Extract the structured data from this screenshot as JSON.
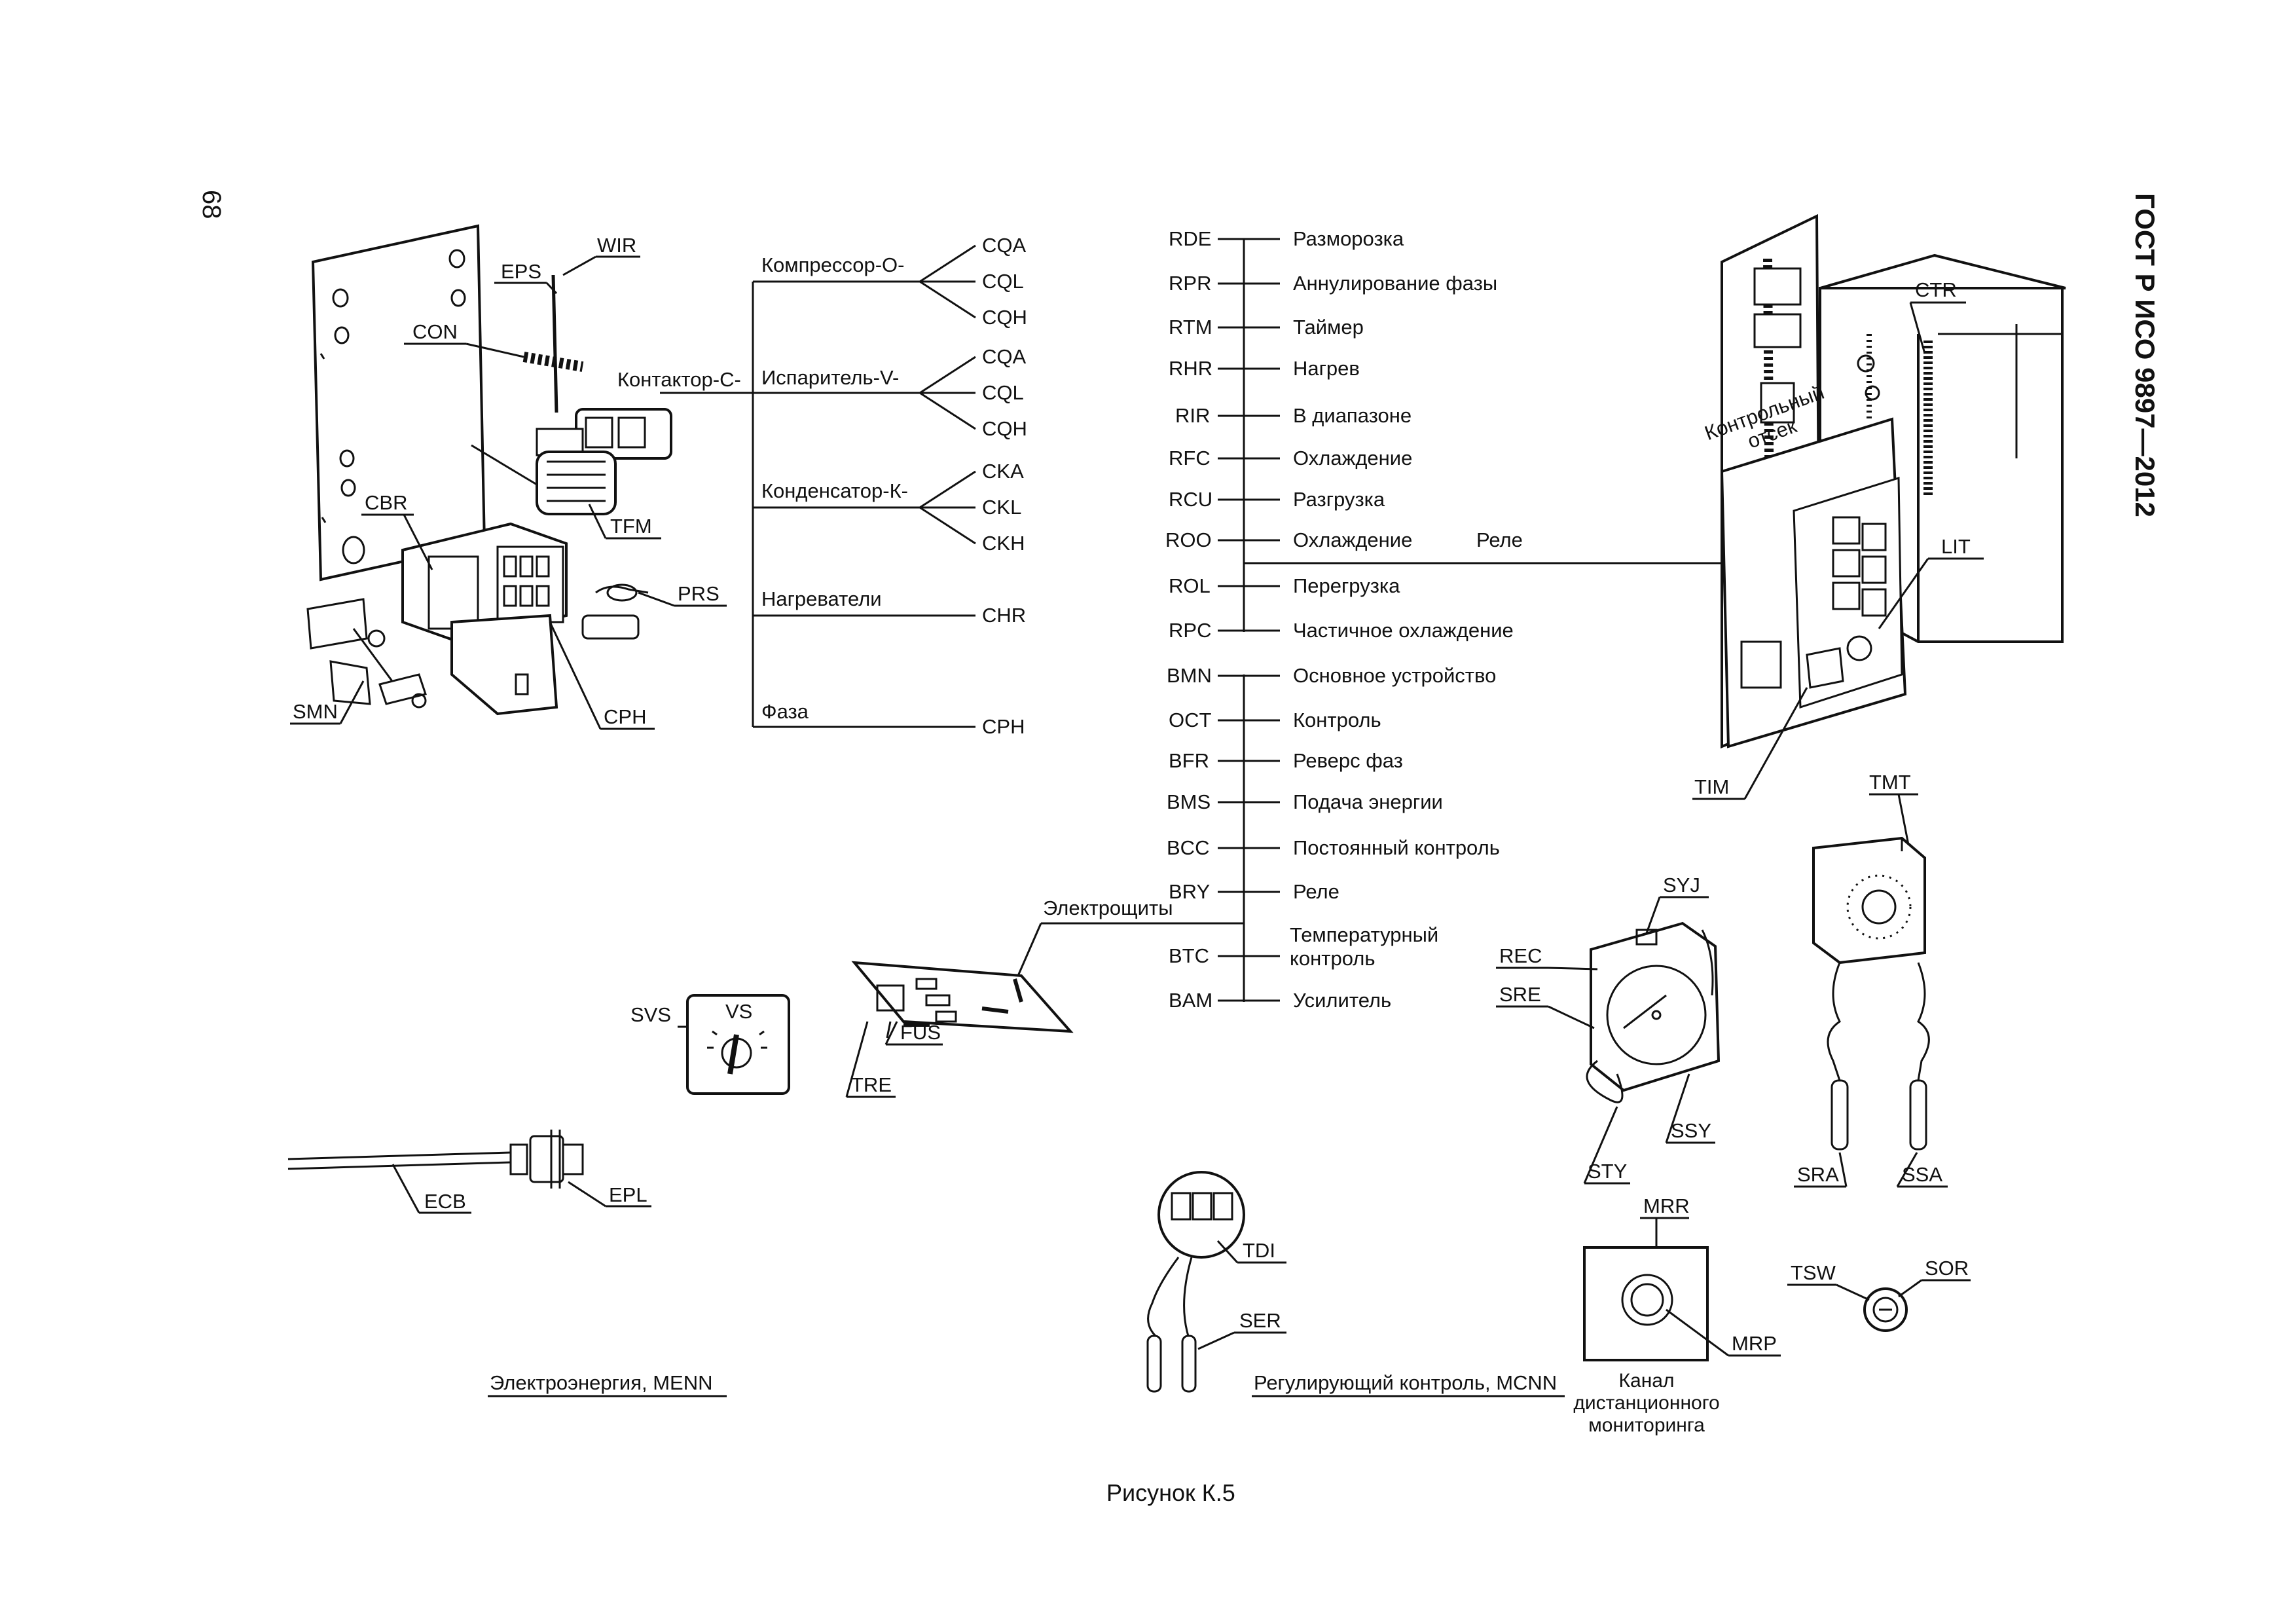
{
  "header": {
    "page_number": "68",
    "standard": "ГОСТ Р ИСО 9897—2012"
  },
  "caption": "Рисунок К.5",
  "tree": {
    "root": "Контактор-С-",
    "branches": [
      {
        "label": "Компрессор-О-",
        "codes": [
          "CQA",
          "CQL",
          "CQH"
        ]
      },
      {
        "label": "Испаритель-V-",
        "codes": [
          "CQA",
          "CQL",
          "CQH"
        ]
      },
      {
        "label": "Конденсатор-К-",
        "codes": [
          "CKA",
          "CKL",
          "CKH"
        ]
      },
      {
        "label": "Нагреватели",
        "codes": [
          "CHR"
        ]
      },
      {
        "label": "Фаза",
        "codes": [
          "CPH"
        ]
      }
    ]
  },
  "relay": {
    "label": "Реле",
    "items": [
      {
        "code": "RDE",
        "name": "Разморозка"
      },
      {
        "code": "RPR",
        "name": "Аннулирование фазы"
      },
      {
        "code": "RTM",
        "name": "Таймер"
      },
      {
        "code": "RHR",
        "name": "Нагрев"
      },
      {
        "code": "RIR",
        "name": "В диапазоне"
      },
      {
        "code": "RFC",
        "name": "Охлаждение"
      },
      {
        "code": "RCU",
        "name": "Разгрузка"
      },
      {
        "code": "ROO",
        "name": "Охлаждение"
      },
      {
        "code": "ROL",
        "name": "Перегрузка"
      },
      {
        "code": "RPC",
        "name": "Частичное охлаждение"
      }
    ]
  },
  "boards": {
    "label": "Электрощиты",
    "items": [
      {
        "code": "BMN",
        "name": "Основное устройство"
      },
      {
        "code": "OCT",
        "name": "Контроль"
      },
      {
        "code": "BFR",
        "name": "Реверс фаз"
      },
      {
        "code": "BMS",
        "name": "Подача энергии"
      },
      {
        "code": "BCC",
        "name": "Постоянный контроль"
      },
      {
        "code": "BRY",
        "name": "Реле"
      },
      {
        "code": "BTC",
        "name": "Температурный контроль"
      },
      {
        "code": "BAM",
        "name": "Усилитель"
      }
    ]
  },
  "labels": {
    "wir": "WIR",
    "eps": "EPS",
    "con": "CON",
    "cbr": "CBR",
    "tfm": "TFM",
    "prs": "PRS",
    "smn": "SMN",
    "cph": "CPH",
    "ctr": "CTR",
    "lit": "LIT",
    "tim": "TIM",
    "tmt": "TMT",
    "syj": "SYJ",
    "rec": "REC",
    "sre": "SRE",
    "ssy": "SSY",
    "sty": "STY",
    "sra": "SRA",
    "ssa": "SSA",
    "svs": "SVS",
    "vs": "VS",
    "fus": "FUS",
    "tre": "TRE",
    "ecb": "ECB",
    "epl": "EPL",
    "tdi": "TDI",
    "ser": "SER",
    "mrr": "MRR",
    "mrp": "MRP",
    "tsw": "TSW",
    "sor": "SOR",
    "control_compartment": "Контрольный отсек",
    "menn": "Электроэнергия, MENN",
    "mcnn": "Регулирующий контроль, MCNN",
    "remote_channel": "Канал дистанционного мониторинга"
  }
}
